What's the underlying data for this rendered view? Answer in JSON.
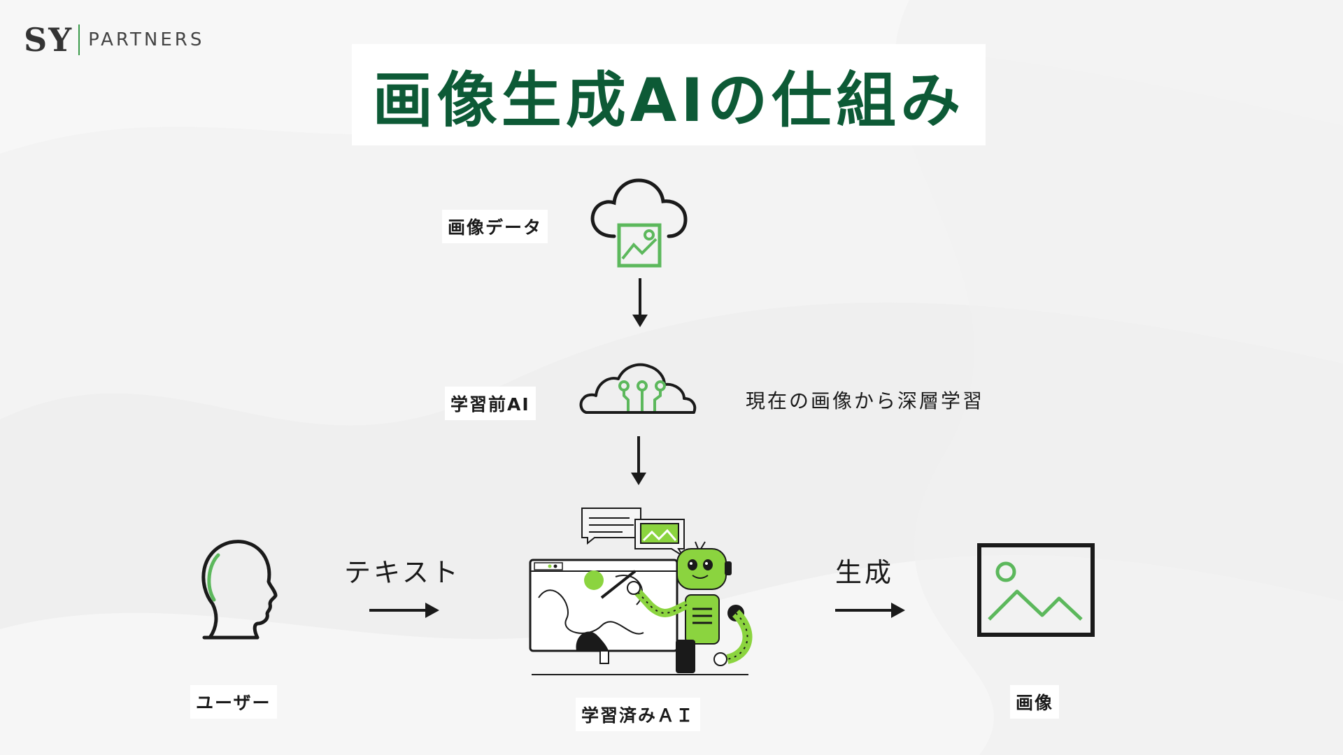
{
  "logo": {
    "mark": "SY",
    "text": "PARTNERS"
  },
  "title": "画像生成AIの仕組み",
  "nodes": {
    "image_data": "画像データ",
    "pretrain_ai": "学習前AI",
    "trained_ai": "学習済みＡＩ",
    "user": "ユーザー",
    "image": "画像"
  },
  "notes": {
    "deep_learning": "現在の画像から深層学習",
    "text": "テキスト",
    "generate": "生成"
  },
  "colors": {
    "title_green": "#0d5a36",
    "accent_green": "#5cb85c",
    "robot_green": "#8bd43f",
    "dark": "#1a1a1a"
  },
  "icons": [
    "cloud-image-icon",
    "cloud-circuit-icon",
    "robot-painter-illustration",
    "user-head-icon",
    "picture-icon"
  ]
}
